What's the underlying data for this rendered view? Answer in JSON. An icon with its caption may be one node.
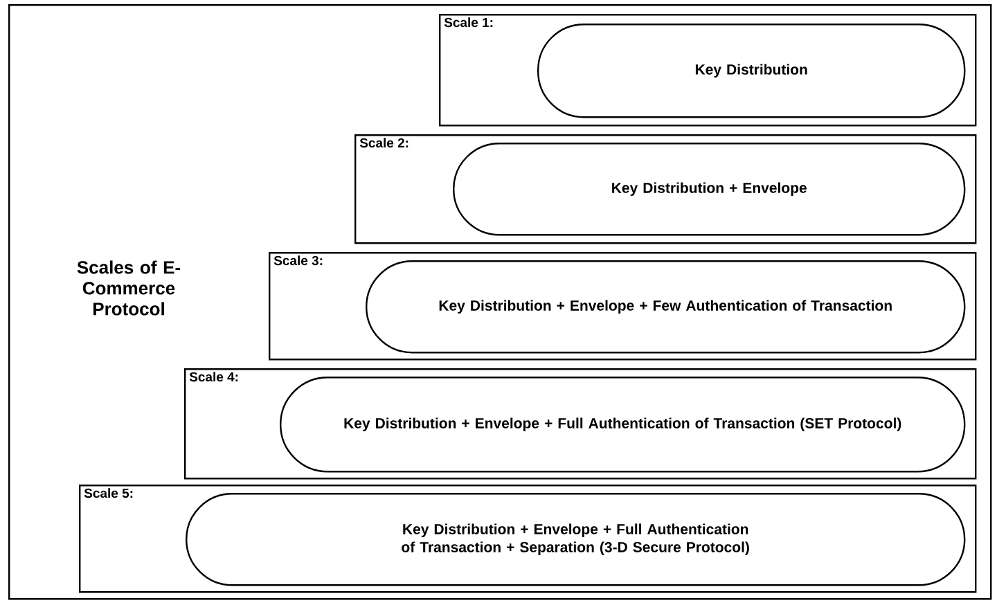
{
  "diagram": {
    "nodes": [
      {
        "text": [
          "Scales of E-Commerce Protocol"
        ]
      },
      {
        "text": [
          "Scale 1:"
        ],
        "in": 0
      },
      {
        "text": [
          "Key Distribution"
        ],
        "in": 1
      },
      {
        "text": [
          "Scale 2:"
        ],
        "in": 0
      },
      {
        "text": [
          "Key Distribution + Envelope"
        ],
        "in": 3
      },
      {
        "text": [
          "Scale 3:"
        ],
        "in": 0
      },
      {
        "text": [
          "Key Distribution + Envelope + Few Authentication of Transaction"
        ],
        "in": 5
      },
      {
        "text": [
          "Scale 4:"
        ],
        "in": 0
      },
      {
        "text": [
          "Key Distribution + Envelope + Full Authentication of Transaction (SET Protocol)"
        ],
        "in": 7
      },
      {
        "text": [
          "Scale 5:"
        ],
        "in": 0
      },
      {
        "text": [
          "Key Distribution + Envelope + Full Authentication of Transaction + Separation (3-D Secure Protocol)"
        ],
        "in": 9
      }
    ]
  }
}
